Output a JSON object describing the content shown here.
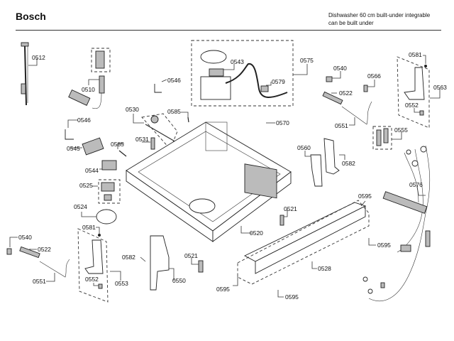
{
  "header": {
    "brand": "Bosch",
    "subtitle_line1": "Dishwasher 60 cm built-under integrable",
    "subtitle_line2": "can be built under"
  },
  "labels": {
    "p0512": "0512",
    "p0510": "0510",
    "p0546a": "0546",
    "p0546b": "0546",
    "p0545": "0545",
    "p0544": "0544",
    "p0585a": "0585",
    "p0585b": "0585",
    "p0530": "0530",
    "p0531": "0531",
    "p0525": "0525",
    "p0524": "0524",
    "p0543": "0543",
    "p0579": "0579",
    "p0575": "0575",
    "p0570": "0570",
    "p0540a": "0540",
    "p0540b": "0540",
    "p0566": "0566",
    "p0522a": "0522",
    "p0522b": "0522",
    "p0551a": "0551",
    "p0551b": "0551",
    "p0581a": "0581",
    "p0581b": "0581",
    "p0563": "0563",
    "p0552a": "0552",
    "p0552b": "0552",
    "p0555": "0555",
    "p0560": "0560",
    "p0582a": "0582",
    "p0582b": "0582",
    "p0576": "0576",
    "p0595a": "0595",
    "p0595b": "0595",
    "p0595c": "0595",
    "p0595d": "0595",
    "p0521a": "0521",
    "p0521b": "0521",
    "p0520": "0520",
    "p0528": "0528",
    "p0550": "0550",
    "p0553": "0553"
  }
}
